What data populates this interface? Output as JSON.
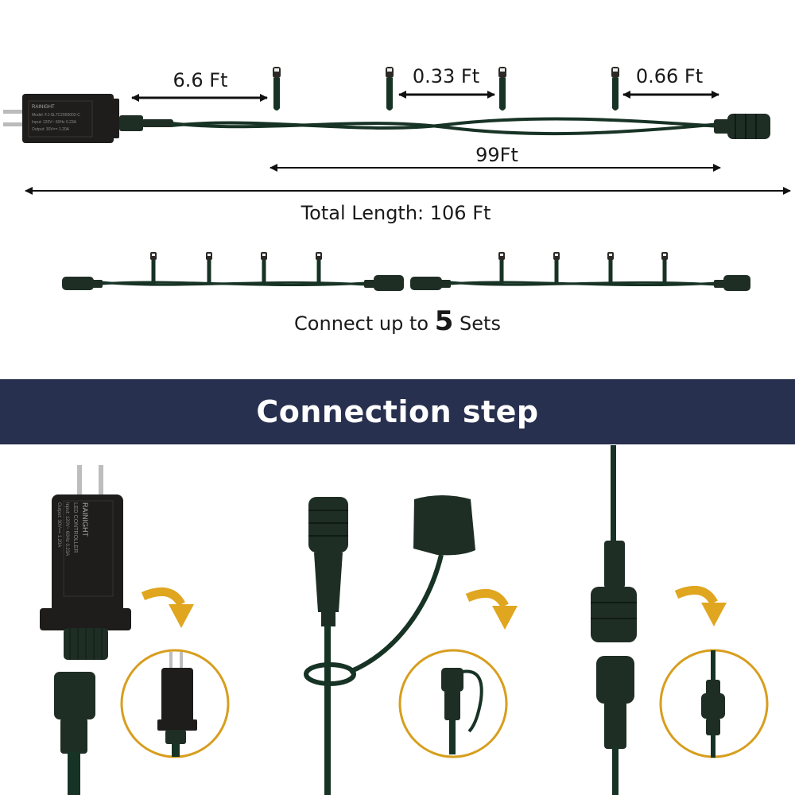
{
  "dimensions": {
    "lead": "6.6 Ft",
    "bulb_spacing": "0.33 Ft",
    "tail": "0.66 Ft",
    "lit_length": "99Ft",
    "total": "Total Length: 106 Ft"
  },
  "connect": {
    "prefix": "Connect up to",
    "count": "5",
    "suffix": "Sets"
  },
  "banner": {
    "title": "Connection step"
  },
  "adapter_label": {
    "brand": "RAINIGHT",
    "line1": "LED CONTROLLER",
    "line2": "Model: FJ-SL7C2000002-C",
    "line3": "Input: 120V~ 60Hz 0.23A",
    "line4": "Output: 30V== 1.20A"
  },
  "colors": {
    "cable": "#173325",
    "banner": "#28304f",
    "arrow": "#e0a620",
    "circle": "#d79e1e"
  }
}
